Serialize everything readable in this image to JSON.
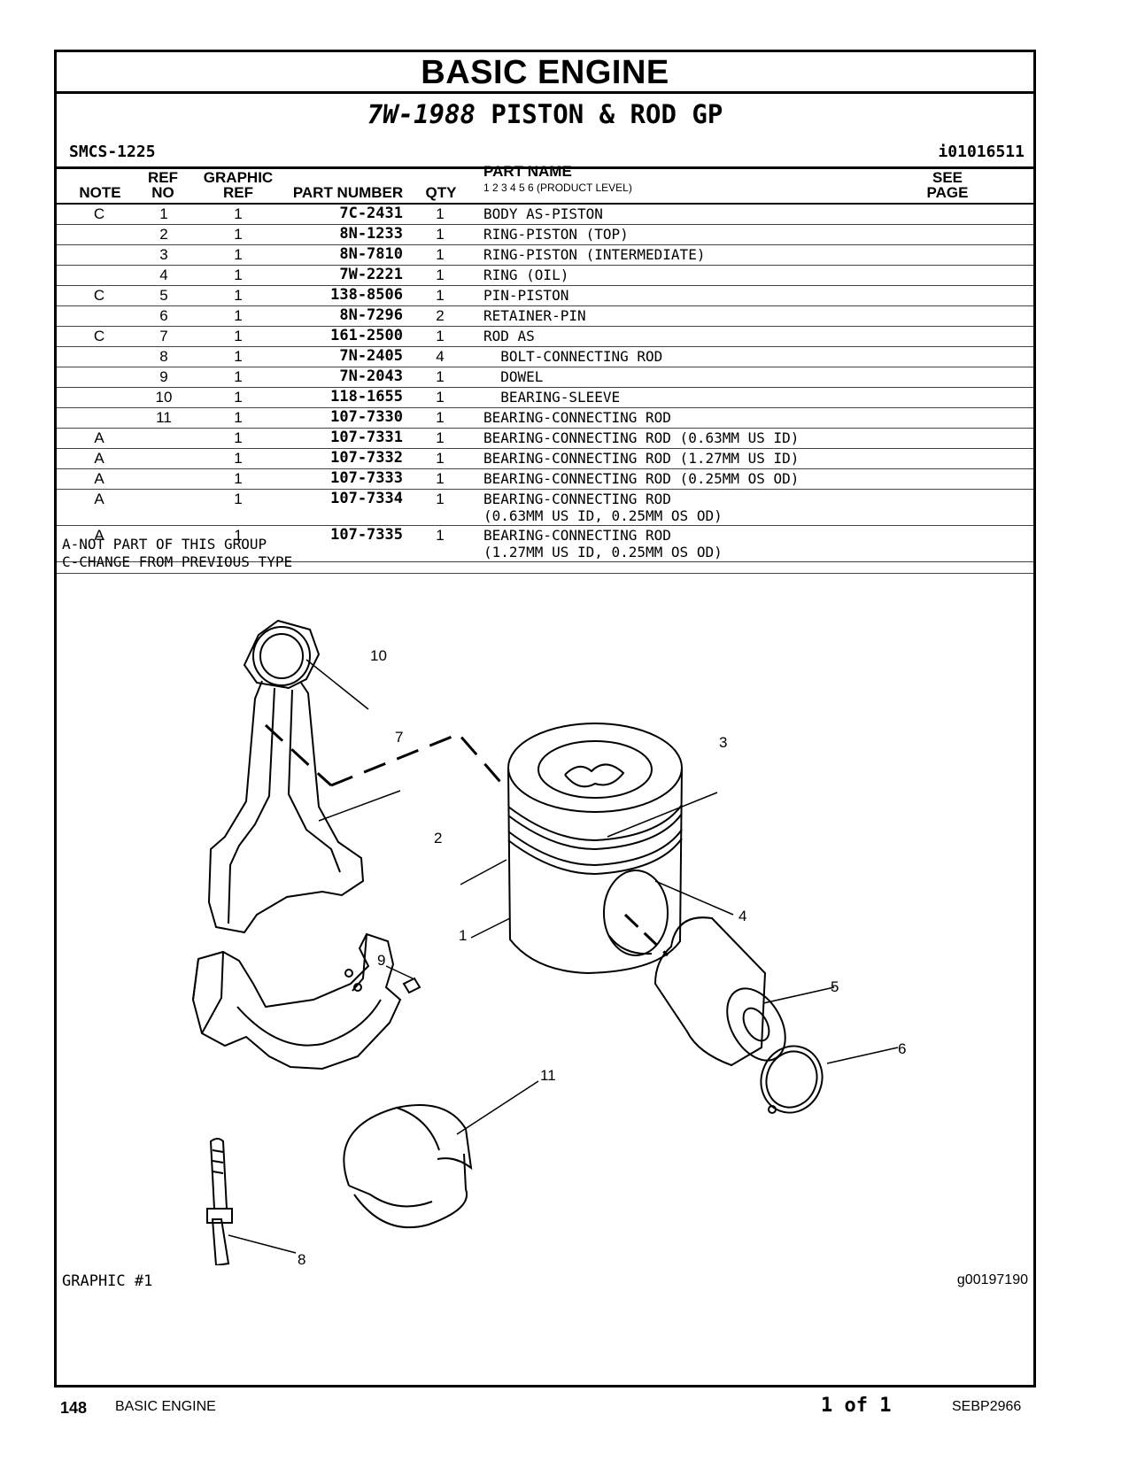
{
  "page": {
    "section_title": "BASIC ENGINE",
    "group_number": "7W-1988",
    "group_name": "PISTON & ROD GP",
    "smcs": "SMCS-1225",
    "info_id": "i01016511"
  },
  "table": {
    "headers": {
      "note": "NOTE",
      "ref_top": "REF",
      "ref_bottom": "NO",
      "graphic_top": "GRAPHIC",
      "graphic_bottom": "REF",
      "part_number": "PART NUMBER",
      "qty": "QTY",
      "part_name": "PART NAME",
      "product_level": "1   2   3   4   5   6   (PRODUCT LEVEL)",
      "see_top": "SEE",
      "see_bottom": "PAGE"
    },
    "rows": [
      {
        "note": "C",
        "ref": "1",
        "gref": "1",
        "pn": "7C-2431",
        "qty": "1",
        "name": "BODY AS-PISTON"
      },
      {
        "note": "",
        "ref": "2",
        "gref": "1",
        "pn": "8N-1233",
        "qty": "1",
        "name": "RING-PISTON (TOP)"
      },
      {
        "note": "",
        "ref": "3",
        "gref": "1",
        "pn": "8N-7810",
        "qty": "1",
        "name": "RING-PISTON (INTERMEDIATE)"
      },
      {
        "note": "",
        "ref": "4",
        "gref": "1",
        "pn": "7W-2221",
        "qty": "1",
        "name": "RING (OIL)"
      },
      {
        "note": "C",
        "ref": "5",
        "gref": "1",
        "pn": "138-8506",
        "qty": "1",
        "name": "PIN-PISTON"
      },
      {
        "note": "",
        "ref": "6",
        "gref": "1",
        "pn": "8N-7296",
        "qty": "2",
        "name": "RETAINER-PIN"
      },
      {
        "note": "C",
        "ref": "7",
        "gref": "1",
        "pn": "161-2500",
        "qty": "1",
        "name": "ROD AS"
      },
      {
        "note": "",
        "ref": "8",
        "gref": "1",
        "pn": "7N-2405",
        "qty": "4",
        "name": "  BOLT-CONNECTING ROD"
      },
      {
        "note": "",
        "ref": "9",
        "gref": "1",
        "pn": "7N-2043",
        "qty": "1",
        "name": "  DOWEL"
      },
      {
        "note": "",
        "ref": "10",
        "gref": "1",
        "pn": "118-1655",
        "qty": "1",
        "name": "  BEARING-SLEEVE"
      },
      {
        "note": "",
        "ref": "11",
        "gref": "1",
        "pn": "107-7330",
        "qty": "1",
        "name": "BEARING-CONNECTING ROD"
      },
      {
        "note": "A",
        "ref": "",
        "gref": "1",
        "pn": "107-7331",
        "qty": "1",
        "name": "BEARING-CONNECTING ROD (0.63MM US ID)"
      },
      {
        "note": "A",
        "ref": "",
        "gref": "1",
        "pn": "107-7332",
        "qty": "1",
        "name": "BEARING-CONNECTING ROD (1.27MM US ID)"
      },
      {
        "note": "A",
        "ref": "",
        "gref": "1",
        "pn": "107-7333",
        "qty": "1",
        "name": "BEARING-CONNECTING ROD (0.25MM OS OD)"
      },
      {
        "note": "A",
        "ref": "",
        "gref": "1",
        "pn": "107-7334",
        "qty": "1",
        "name": "BEARING-CONNECTING ROD\n(0.63MM US ID, 0.25MM OS OD)"
      },
      {
        "note": "A",
        "ref": "",
        "gref": "1",
        "pn": "107-7335",
        "qty": "1",
        "name": "BEARING-CONNECTING ROD\n(1.27MM US ID, 0.25MM OS OD)"
      }
    ],
    "notes": [
      "A-NOT PART OF THIS GROUP",
      "C-CHANGE FROM PREVIOUS TYPE"
    ]
  },
  "graphic": {
    "label": "GRAPHIC #1",
    "id": "g00197190",
    "callouts": [
      "10",
      "7",
      "3",
      "2",
      "4",
      "1",
      "9",
      "5",
      "6",
      "11",
      "8"
    ]
  },
  "footer": {
    "page_number": "148",
    "section": "BASIC ENGINE",
    "page_of": "1 of 1",
    "doc_id": "SEBP2966"
  }
}
